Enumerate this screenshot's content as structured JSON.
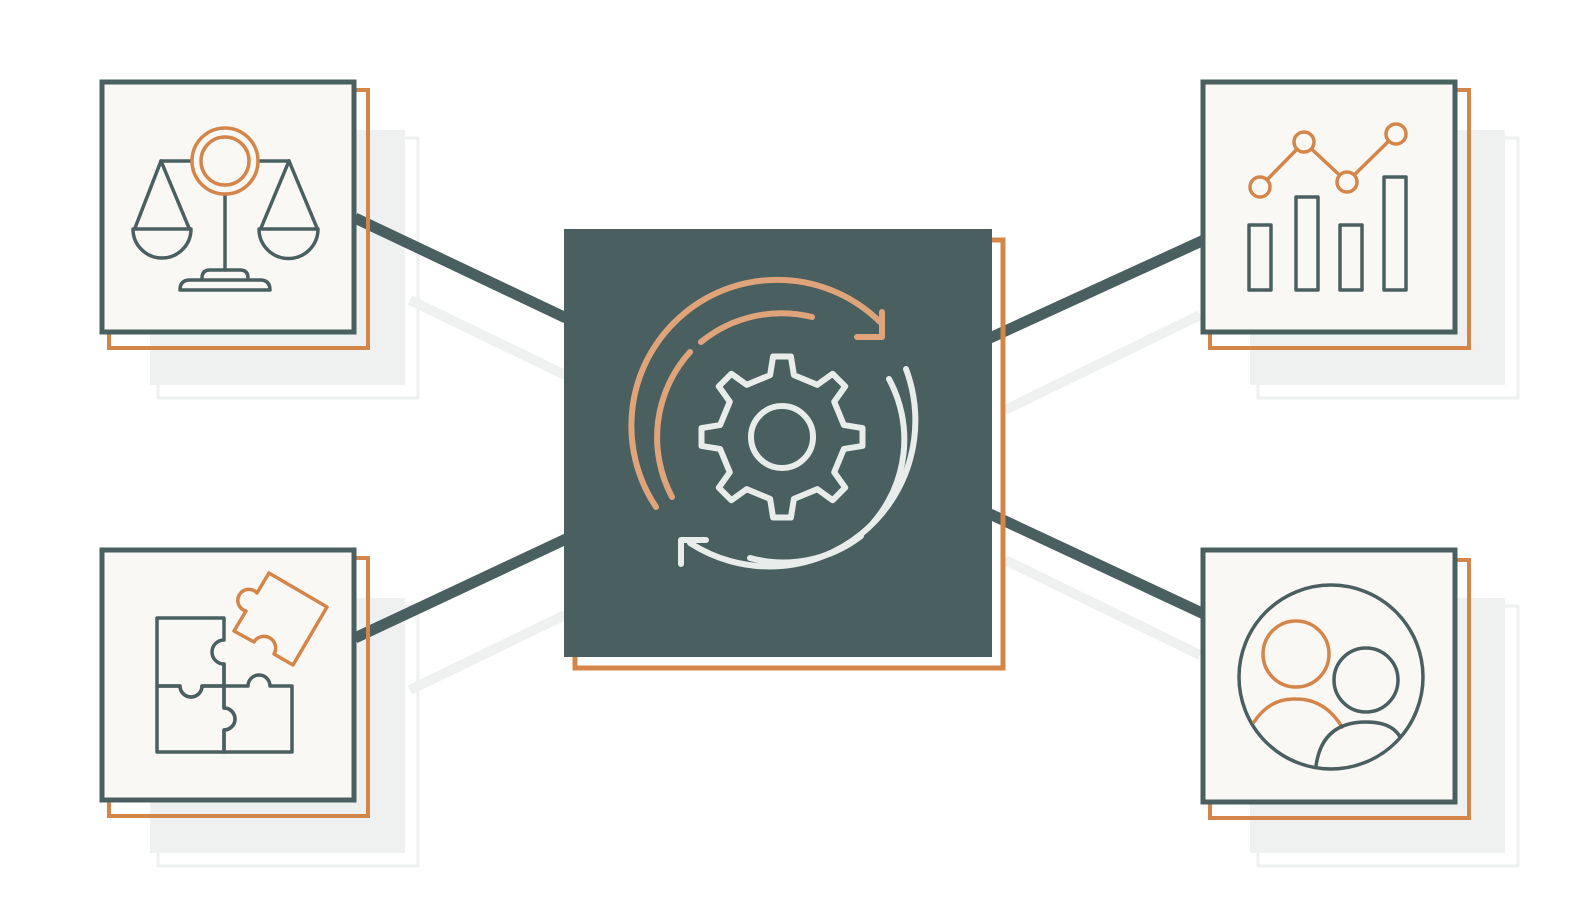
{
  "colors": {
    "slate": "#4a5f60",
    "orange": "#d4854a",
    "peach": "#e0a47a",
    "light": "#e8ecea",
    "card_fill": "#faf8f5",
    "shadow": "#eef1ef",
    "white": "#ffffff"
  },
  "diagram": {
    "center": {
      "name": "central-hub",
      "icon": "gear-cycle-icon"
    },
    "nodes": [
      {
        "name": "node-balance",
        "icon": "balance-scale-icon"
      },
      {
        "name": "node-puzzle",
        "icon": "puzzle-icon"
      },
      {
        "name": "node-analytics",
        "icon": "chart-icon"
      },
      {
        "name": "node-people",
        "icon": "people-icon"
      }
    ]
  }
}
